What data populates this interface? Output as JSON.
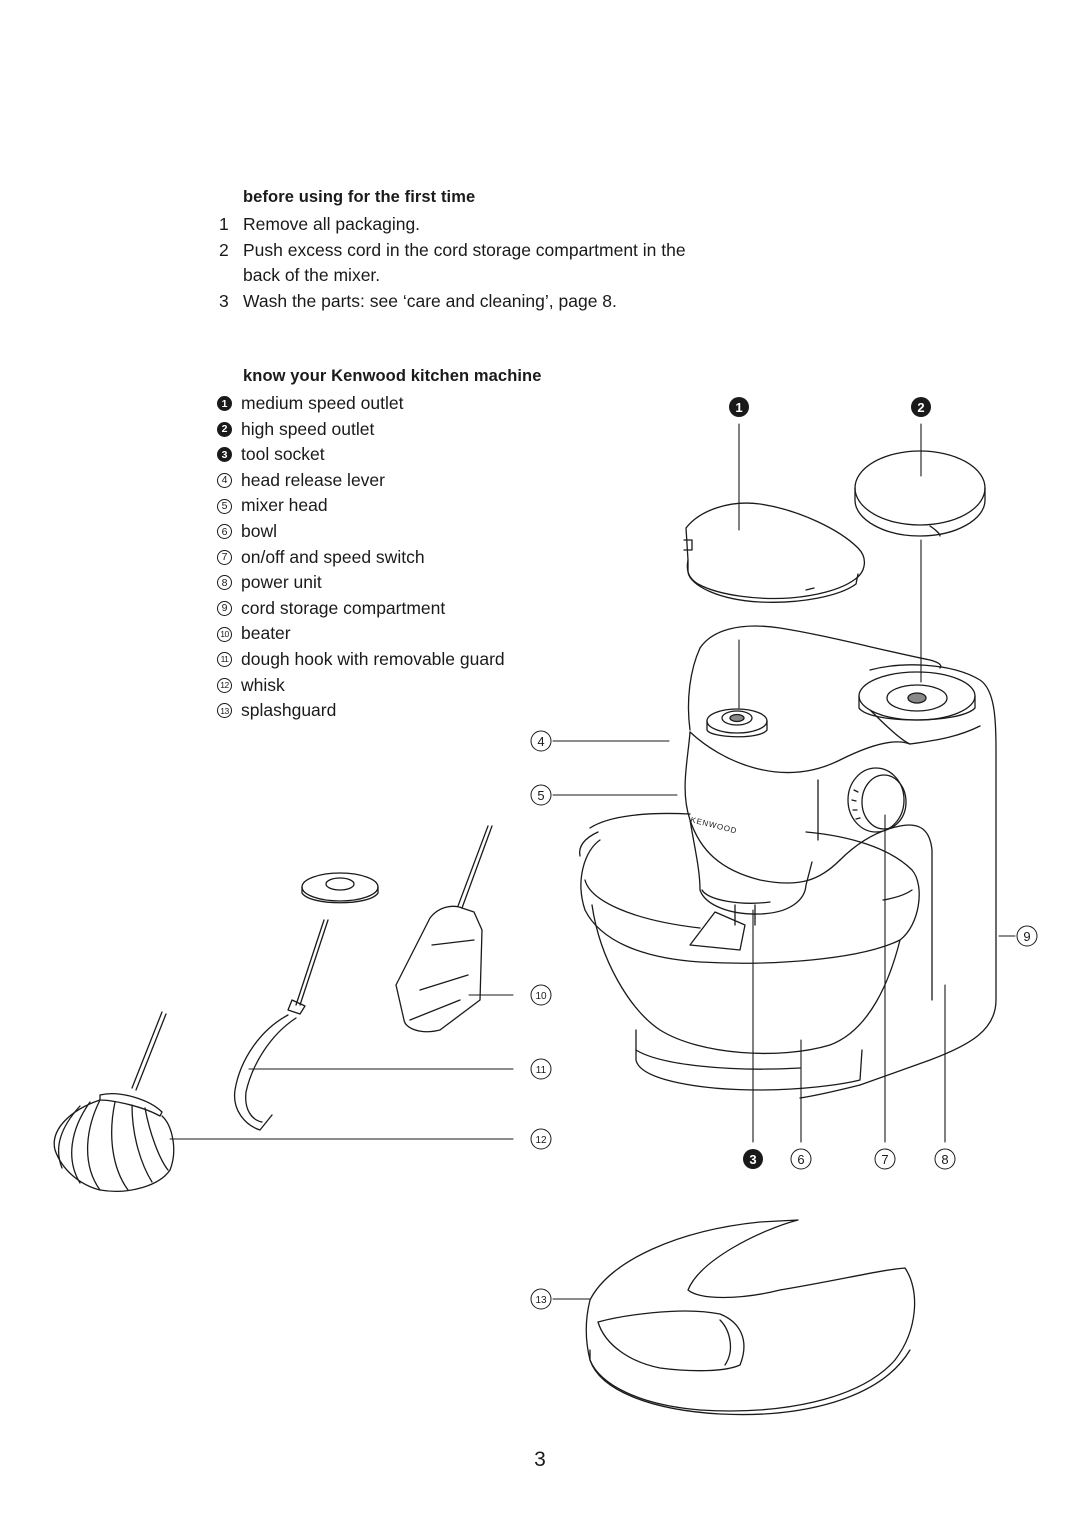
{
  "section_first_use": {
    "heading": "before using for the first time",
    "steps": [
      {
        "num": "1",
        "text": "Remove all packaging."
      },
      {
        "num": "2",
        "text": "Push excess cord in the cord storage compartment in the back of the mixer."
      },
      {
        "num": "3",
        "text": "Wash the parts: see ‘care and cleaning’, page 8."
      }
    ]
  },
  "section_know": {
    "heading": "know your Kenwood kitchen machine",
    "parts": [
      {
        "num": "1",
        "label": "medium speed outlet",
        "style": "filled"
      },
      {
        "num": "2",
        "label": "high speed outlet",
        "style": "filled"
      },
      {
        "num": "3",
        "label": "tool socket",
        "style": "filled"
      },
      {
        "num": "4",
        "label": "head release lever",
        "style": "outline"
      },
      {
        "num": "5",
        "label": "mixer head",
        "style": "outline"
      },
      {
        "num": "6",
        "label": "bowl",
        "style": "outline"
      },
      {
        "num": "7",
        "label": "on/off and speed switch",
        "style": "outline"
      },
      {
        "num": "8",
        "label": "power unit",
        "style": "outline"
      },
      {
        "num": "9",
        "label": "cord storage compartment",
        "style": "outline"
      },
      {
        "num": "10",
        "label": "beater",
        "style": "outline"
      },
      {
        "num": "11",
        "label": "dough hook with removable guard",
        "style": "outline"
      },
      {
        "num": "12",
        "label": "whisk",
        "style": "outline"
      },
      {
        "num": "13",
        "label": "splashguard",
        "style": "outline"
      }
    ]
  },
  "diagram": {
    "brand_text": "KENWOOD",
    "callouts": {
      "c1": "1",
      "c2": "2",
      "c3": "3",
      "c4": "4",
      "c5": "5",
      "c6": "6",
      "c7": "7",
      "c8": "8",
      "c9": "9",
      "c10": "10",
      "c11": "11",
      "c12": "12",
      "c13": "13"
    }
  },
  "page_number": "3"
}
